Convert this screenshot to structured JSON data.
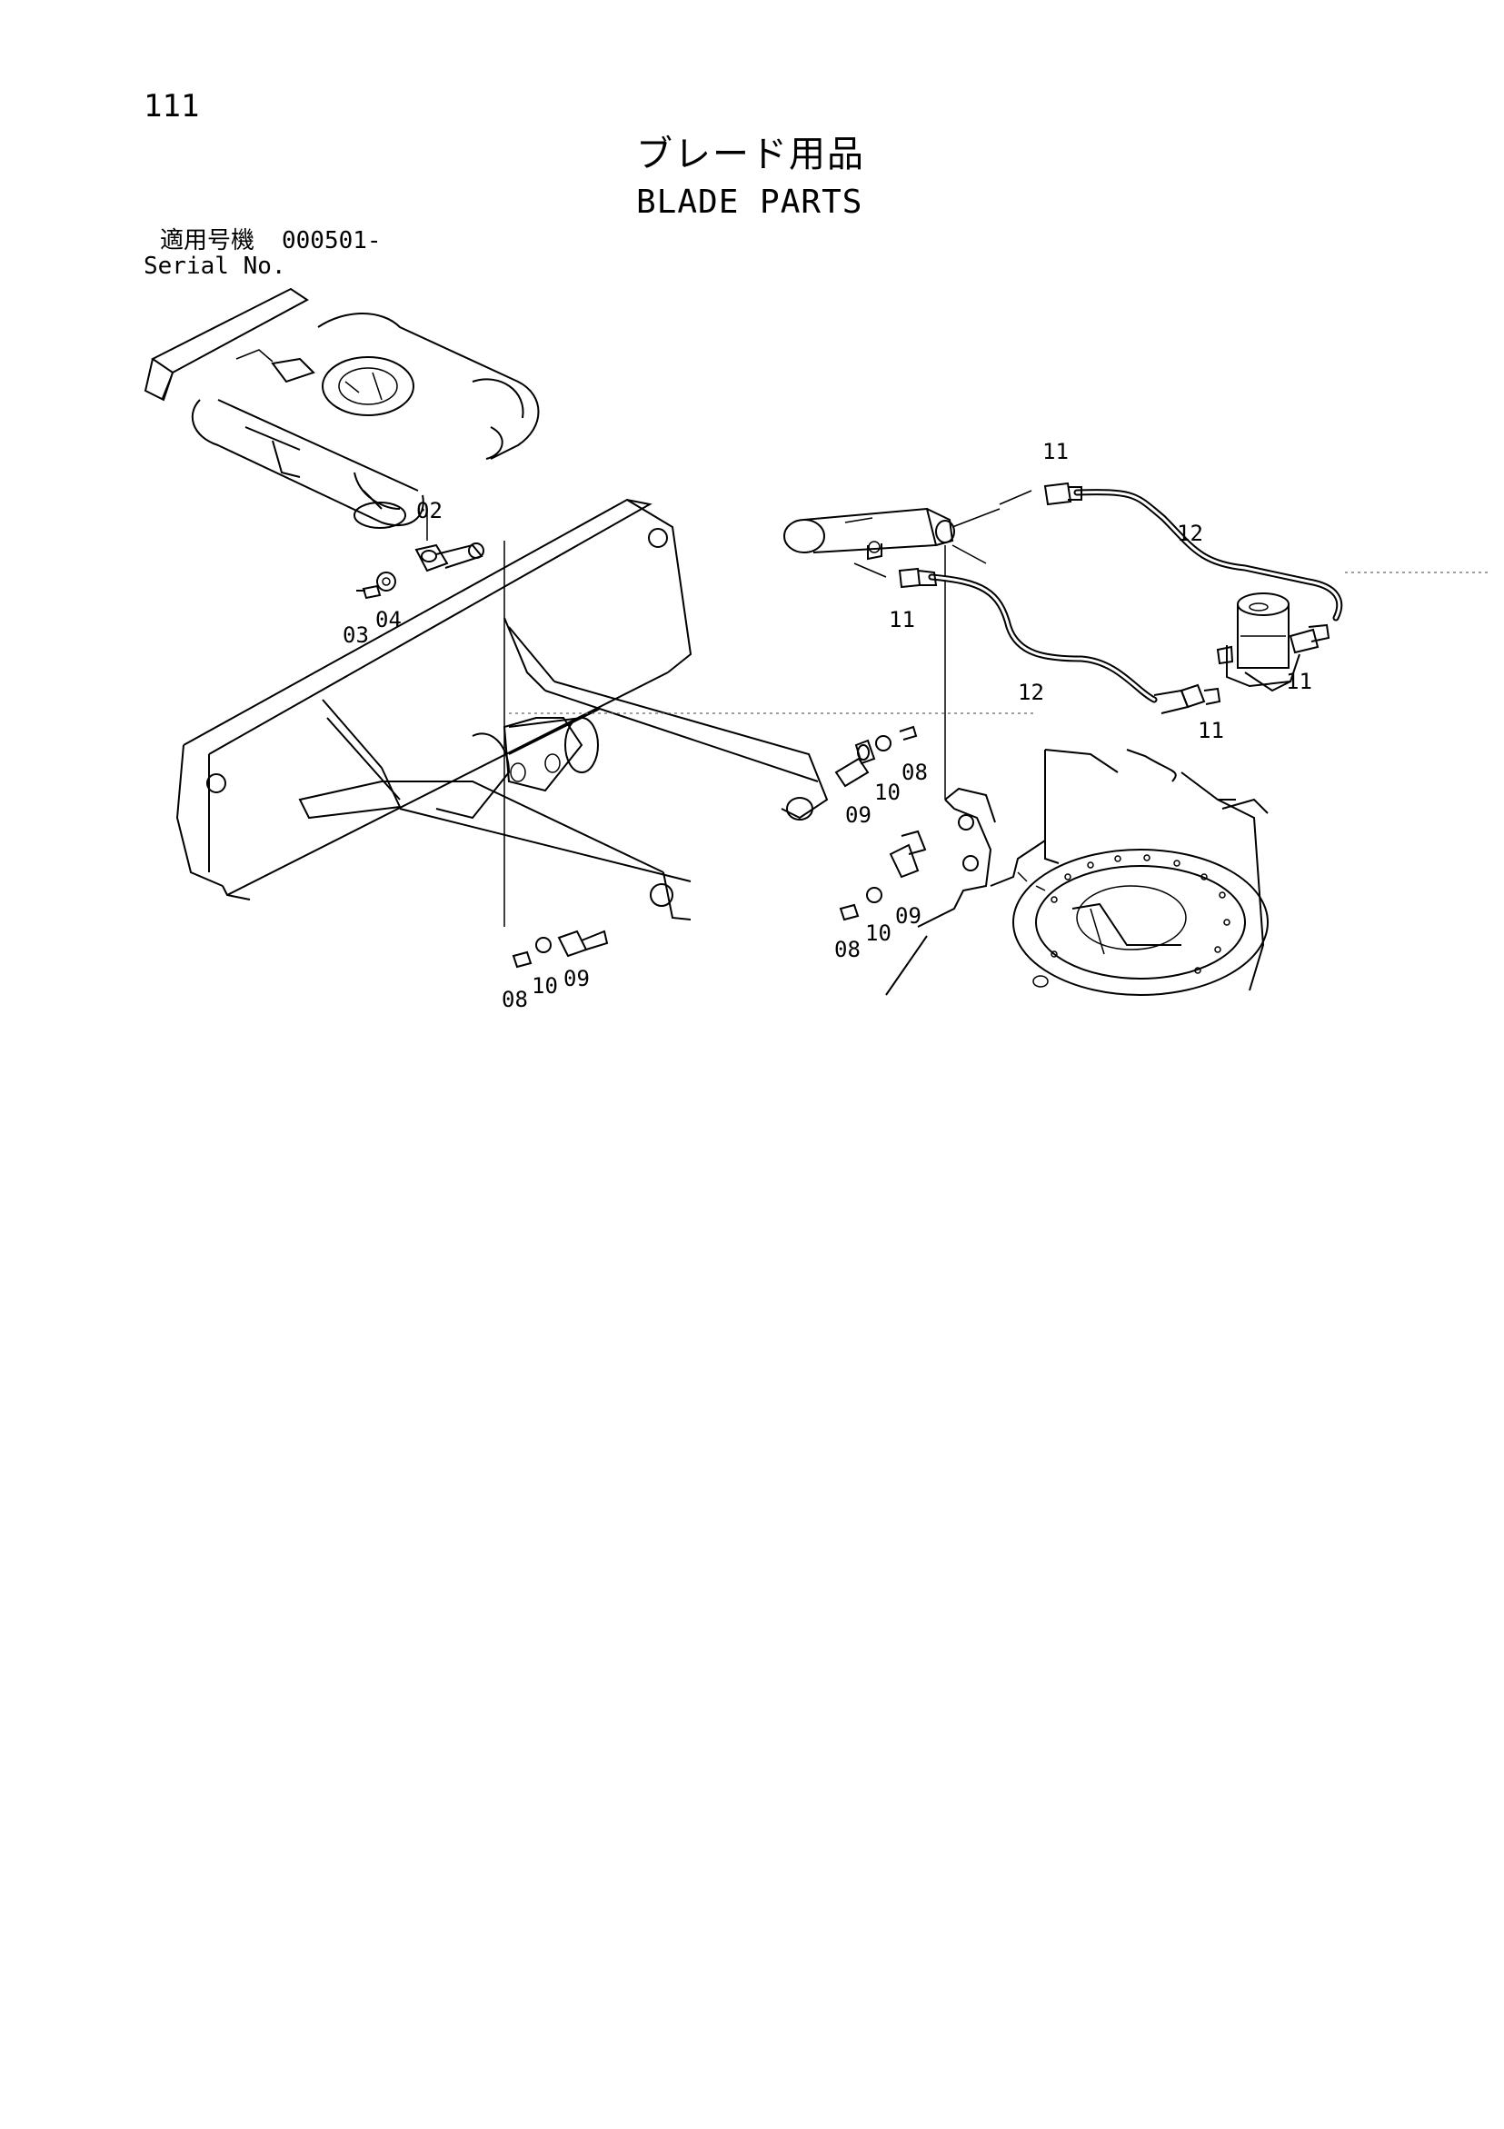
{
  "page_number": "111",
  "title_jp": "ブレード用品",
  "title_en": "BLADE PARTS",
  "serial": {
    "label_jp": "適用号機",
    "value": "000501-",
    "label_en": "Serial No."
  },
  "callouts": {
    "c02": "02",
    "c03": "03",
    "c04": "04",
    "c08a": "08",
    "c09a": "09",
    "c10a": "10",
    "c08b": "08",
    "c09b": "09",
    "c10b": "10",
    "c08c": "08",
    "c09c": "09",
    "c10c": "10",
    "c11a": "11",
    "c11b": "11",
    "c11c": "11",
    "c11d": "11",
    "c12a": "12",
    "c12b": "12"
  }
}
